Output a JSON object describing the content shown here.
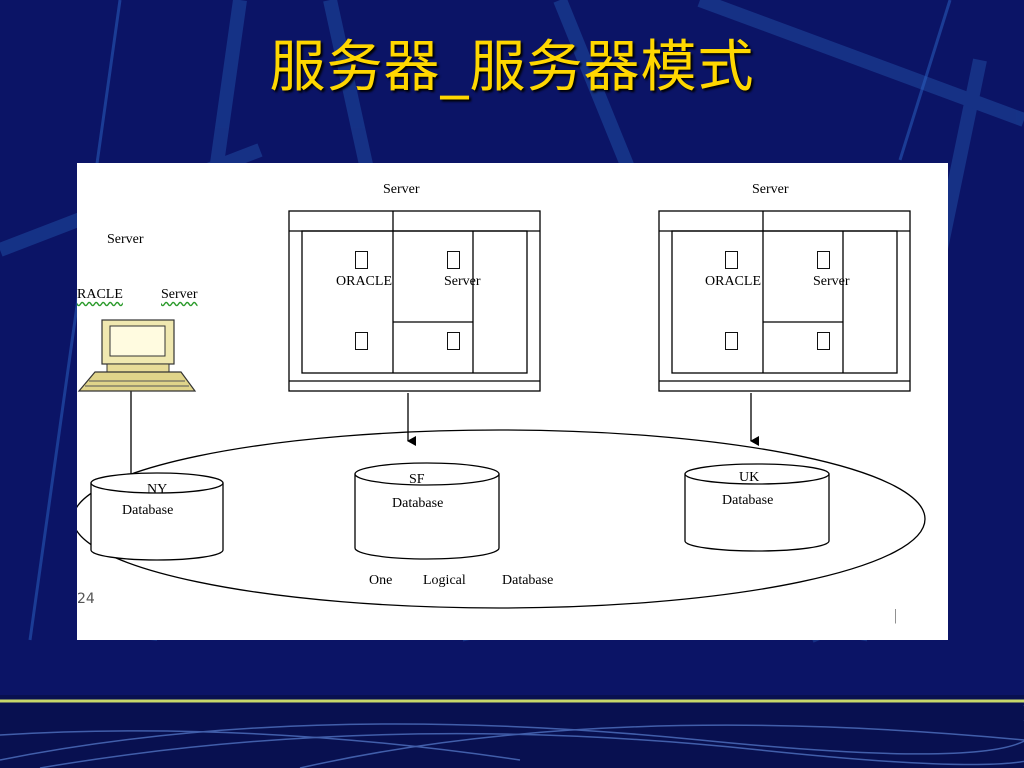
{
  "slide": {
    "title": "服务器_服务器模式",
    "page_number": "24",
    "corner_mark": "|"
  },
  "diagram": {
    "client": {
      "label_server": "Server",
      "label_oracle": "RACLE",
      "label_oracle_server": "Server"
    },
    "server_left": {
      "label": "Server",
      "oracle": "ORACLE",
      "server": "Server"
    },
    "server_right": {
      "label": "Server",
      "oracle": "ORACLE",
      "server": "Server"
    },
    "databases": [
      {
        "name": "NY",
        "label": "Database"
      },
      {
        "name": "SF",
        "label": "Database"
      },
      {
        "name": "UK",
        "label": "Database"
      }
    ],
    "logical_db": {
      "word1": "One",
      "word2": "Logical",
      "word3": "Database"
    }
  },
  "colors": {
    "background": "#0b1466",
    "title": "#ffd700",
    "accent_line": "#c8d86a",
    "panel": "#ffffff"
  }
}
